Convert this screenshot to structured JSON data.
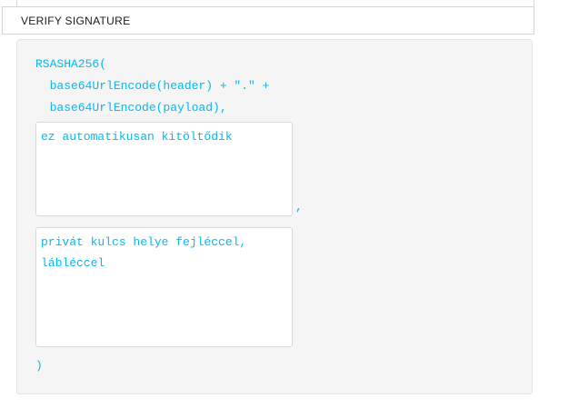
{
  "colors": {
    "accent": "#00b9f1",
    "panel_bg": "#f5f5f5",
    "border": "#d4d4d4"
  },
  "section": {
    "title": "VERIFY SIGNATURE"
  },
  "signature": {
    "algorithm_open": "RSASHA256(",
    "arg_header": "  base64UrlEncode(header) + \".\" +",
    "arg_payload": "  base64UrlEncode(payload),",
    "public_key_value": "ez automatikusan kitöltődik",
    "args_separator": ",",
    "private_key_value": "privát kulcs helye fejléccel,\nlábléccel",
    "close_paren": ")"
  }
}
